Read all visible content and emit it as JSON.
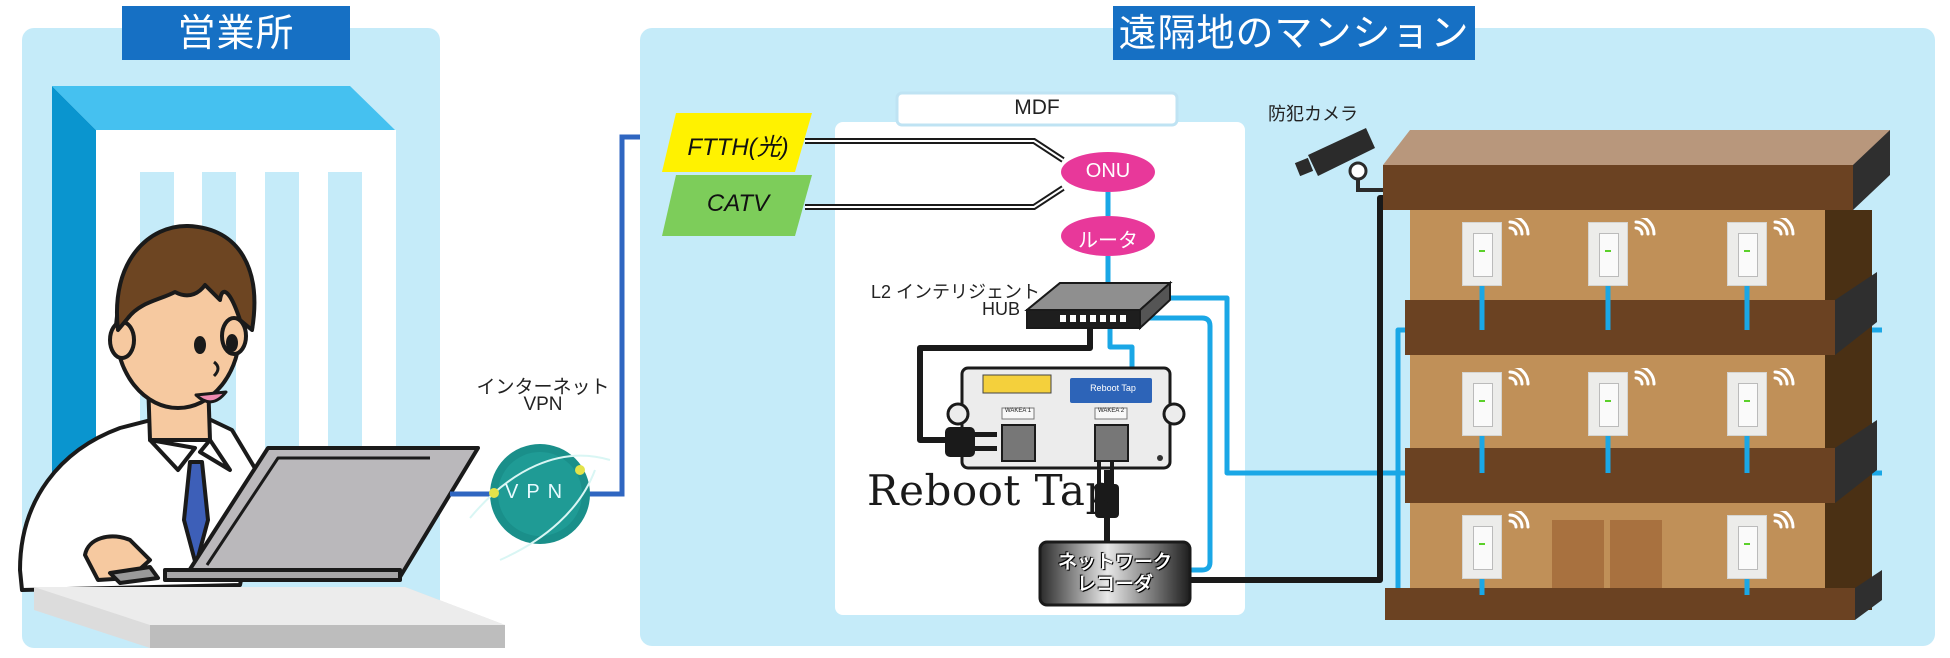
{
  "sections": {
    "office": {
      "title": "営業所"
    },
    "remote": {
      "title": "遠隔地のマンション"
    }
  },
  "network": {
    "internet_label": "インターネット",
    "vpn_label": "VPN",
    "vpn_badge": "VPN"
  },
  "mdf": {
    "title": "MDF",
    "lines": [
      {
        "label": "FTTH(光)",
        "color": "#fff200"
      },
      {
        "label": "CATV",
        "color": "#7dcd5a"
      }
    ],
    "onu": "ONU",
    "router": "ルータ",
    "hub_line1": "L2 インテリジェント",
    "hub_line2": "HUB",
    "reboot_tap": "Reboot Tap",
    "device_brand": "Reboot Tap",
    "outlet1": "WAKEA 1",
    "outlet2": "WAKEA 2",
    "recorder_line1": "ネットワーク",
    "recorder_line2": "レコーダ"
  },
  "building": {
    "camera_label": "防犯カメラ",
    "floors": 3,
    "access_points": 8
  },
  "colors": {
    "panel": "#c5ebf9",
    "title_bg": "#1670c4",
    "lan": "#1aa7e6",
    "vpn_line": "#2f66c1",
    "pill": "#e8389a"
  }
}
